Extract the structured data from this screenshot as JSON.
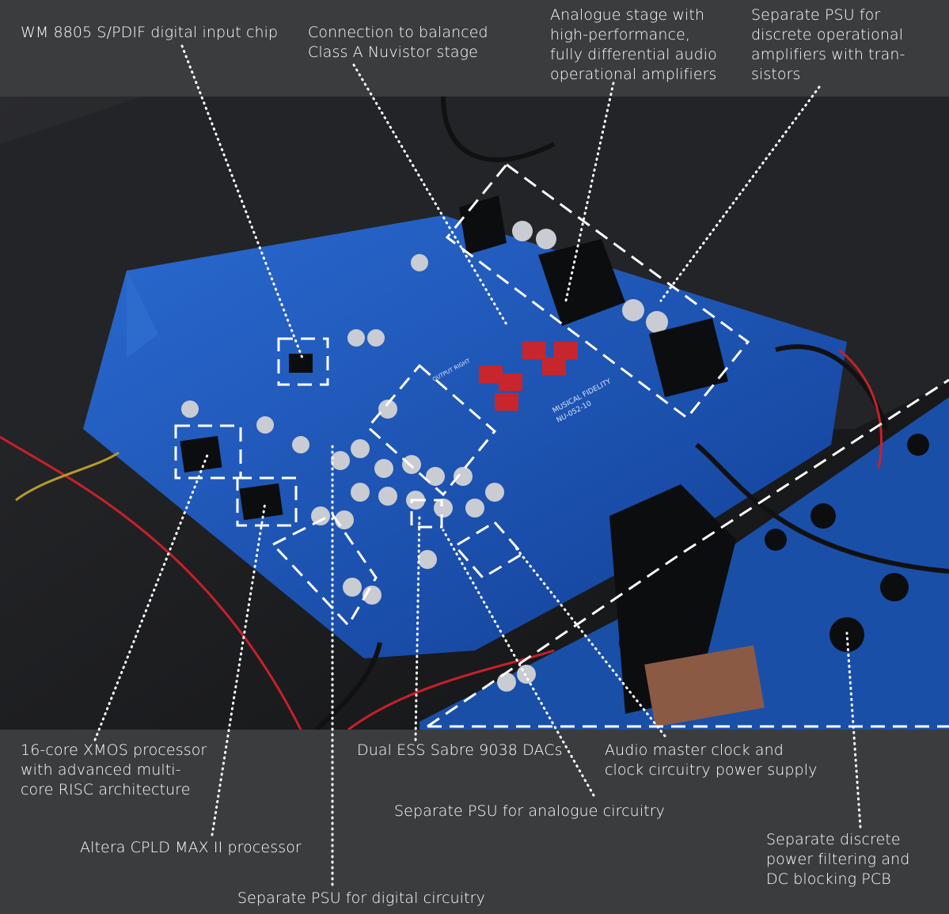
{
  "labels": {
    "wm8805": "WM 8805 S/PDIF digital input chip",
    "nuvistor": [
      "Connection to balanced",
      "Class A Nuvistor stage"
    ],
    "analogue_stage": [
      "Analogue stage with",
      "high-performance,",
      "fully differential audio",
      "operational amplifiers"
    ],
    "psu_discrete_opamps": [
      "Separate PSU for",
      "discrete operational",
      "amplifiers with tran-",
      "sistors"
    ],
    "xmos": [
      "16-core XMOS processor",
      "with advanced multi-",
      "core RISC architecture"
    ],
    "altera": "Altera CPLD MAX II processor",
    "psu_digital": "Separate PSU for digital circuitry",
    "dacs": "Dual ESS Sabre 9038 DACs",
    "master_clock": [
      "Audio master clock and",
      "clock circuitry power supply"
    ],
    "psu_analogue": "Separate PSU for analogue circuitry",
    "dc_blocking": [
      "Separate discrete",
      "power filtering and",
      "DC blocking PCB"
    ]
  },
  "board_markings": [
    "MUSICAL FIDELITY",
    "NU-052-10",
    "OUTPUT RIGHT"
  ],
  "colors": {
    "background": "#3b3c3e",
    "pcb": "#1c56b8",
    "chassis": "#1b1c1e",
    "annotation": "#ffffff"
  }
}
